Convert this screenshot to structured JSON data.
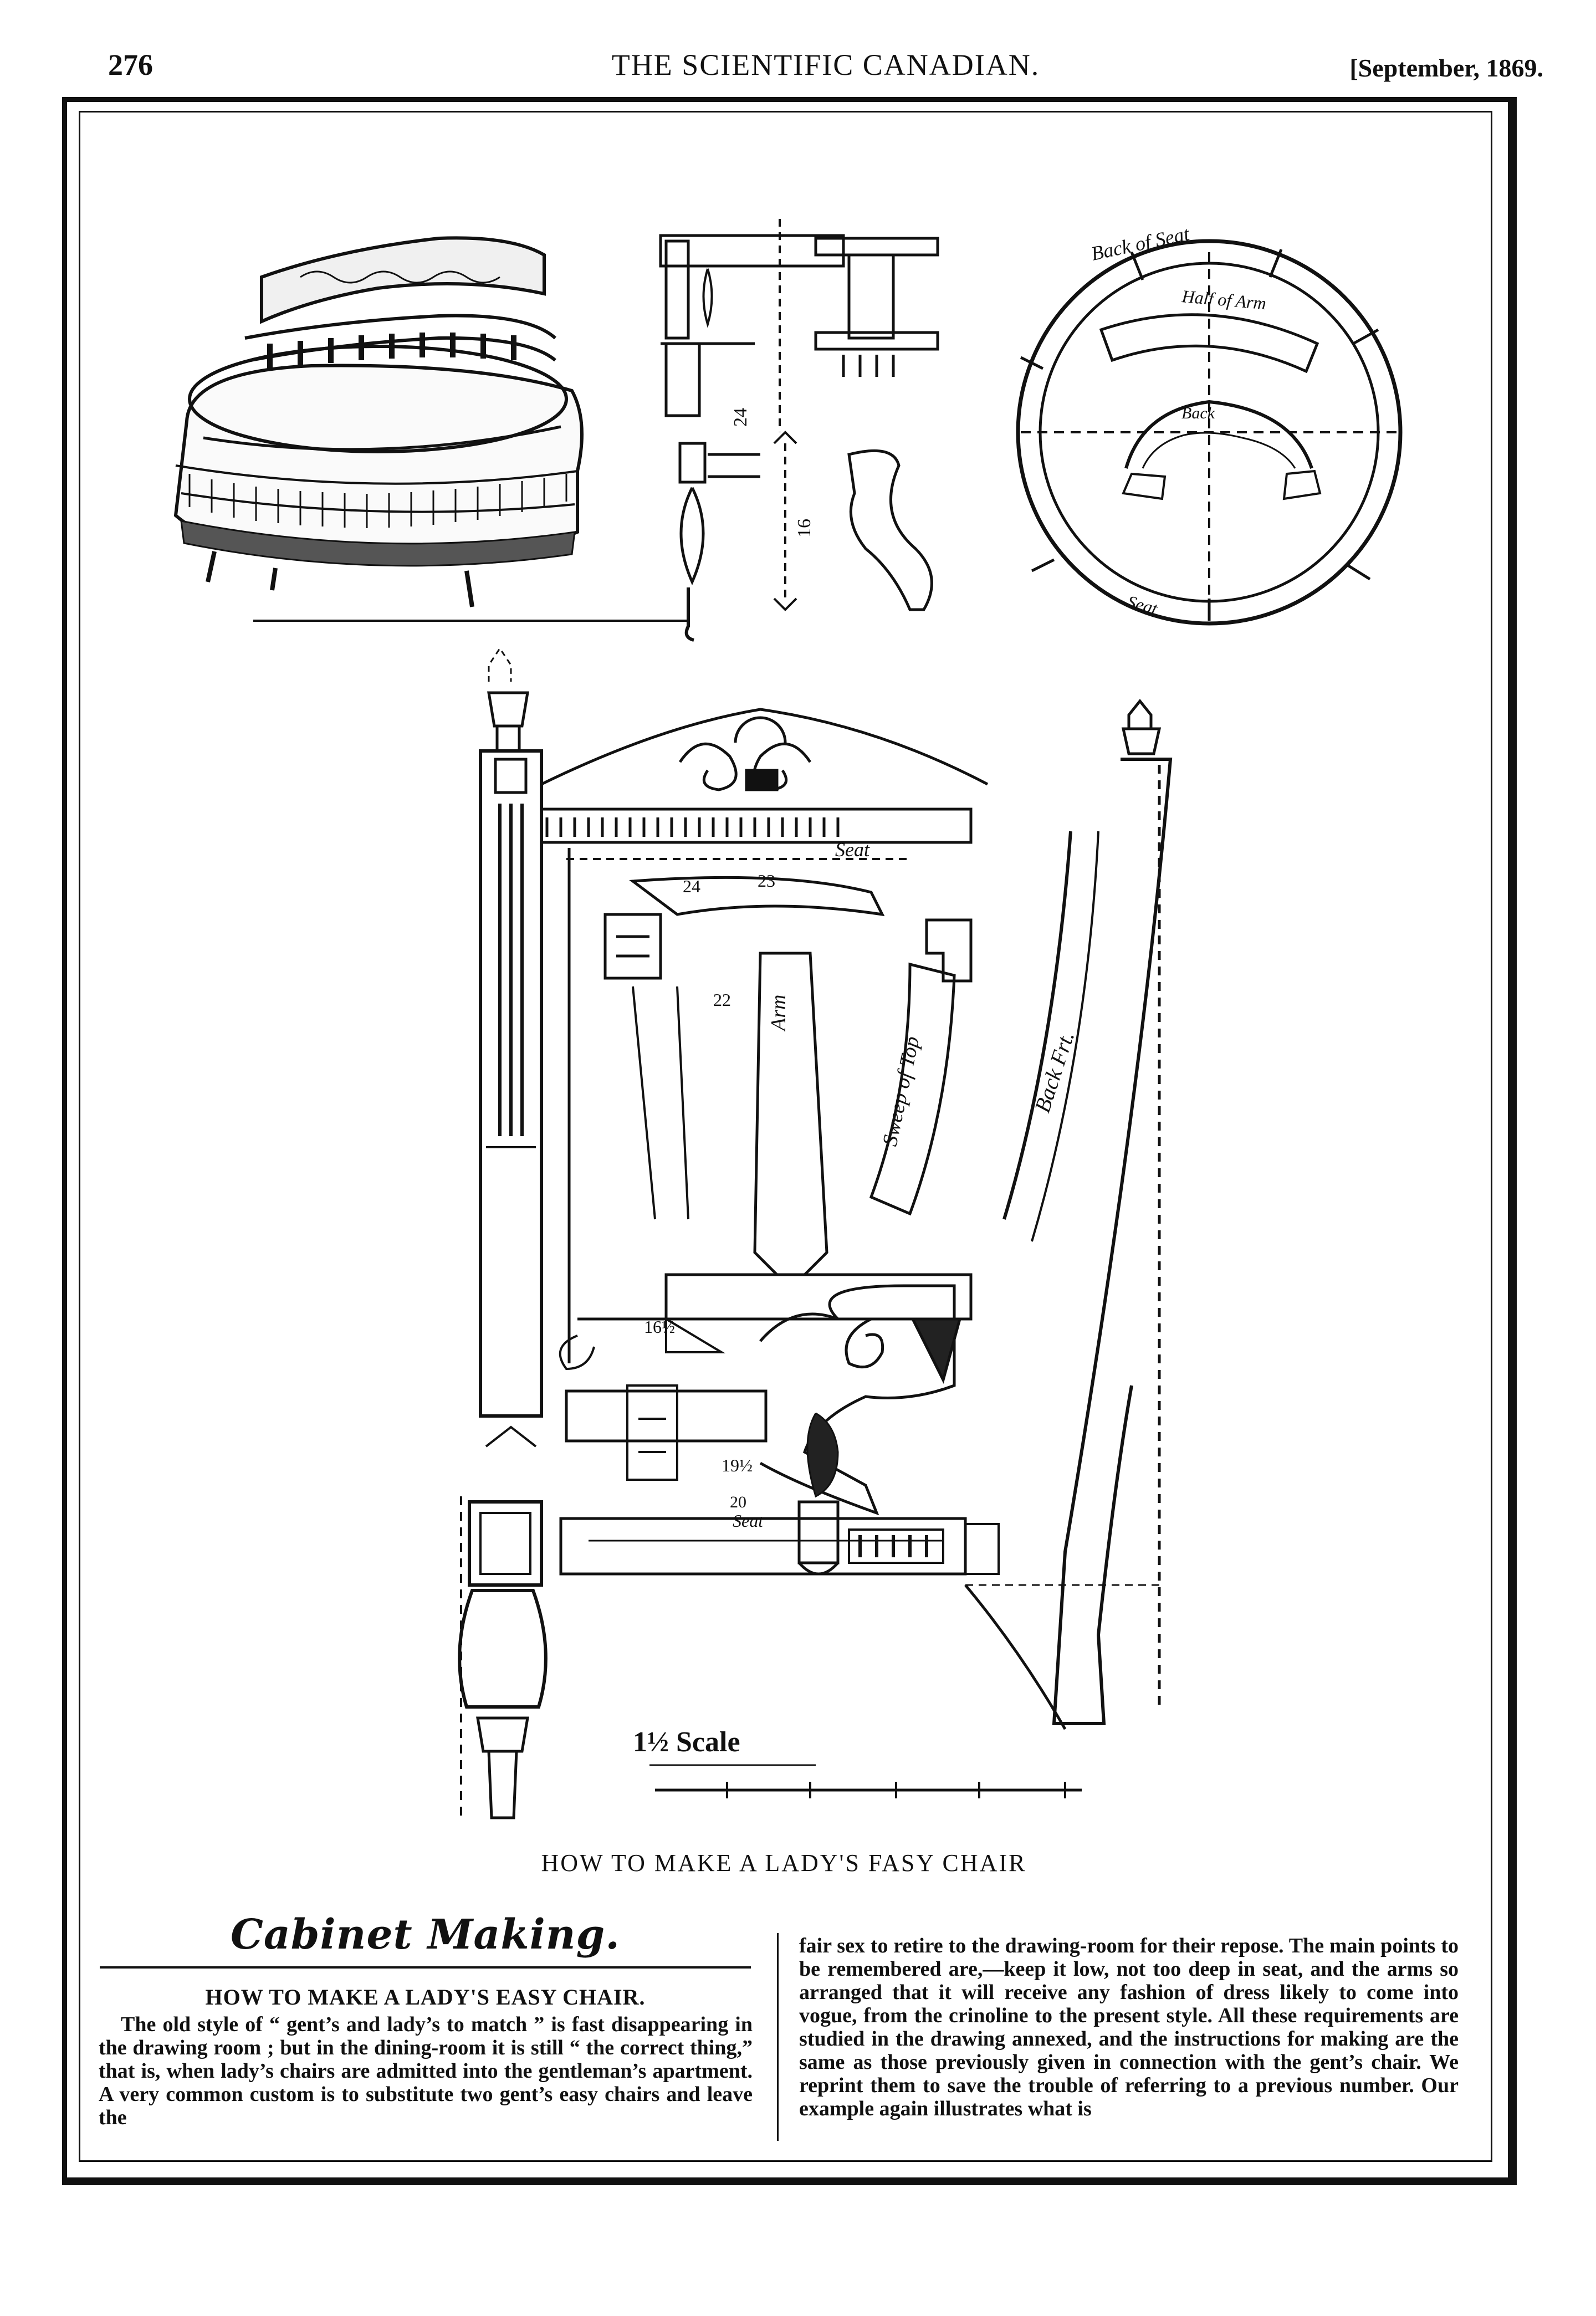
{
  "header": {
    "page_number": "276",
    "journal_title": "THE SCIENTIFIC CANADIAN.",
    "issue_date": "[September, 1869."
  },
  "figure": {
    "caption": "HOW TO MAKE A LADY'S FASY CHAIR",
    "annotations": {
      "back_of_seat": "Back of Seat",
      "half_of_arm": "Half of Arm",
      "scale": "1½ Scale",
      "seat": "Seat",
      "back_front": "Back Frt.",
      "arm": "Arm",
      "sweep_of_top": "Sweep of Top",
      "back": "Back",
      "dim_23": "23",
      "dim_22": "22",
      "dim_16": "16½",
      "dim_19": "19½",
      "dim_24": "24",
      "dim_20": "20"
    }
  },
  "article": {
    "section_heading": "Cabinet Making.",
    "headline": "HOW TO MAKE A LADY'S EASY CHAIR.",
    "column1": "The old style of “ gent’s and lady’s to match ” is fast disappearing in the drawing room ; but in the dining-room it is still “ the correct thing,” that is, when lady’s chairs are admitted into the gentleman’s apartment. A very common custom is to substitute two gent’s easy chairs and leave the",
    "column2": "fair sex to retire to the drawing-room for their repose. The main points to be remembered are,—keep it low, not too deep in seat, and the arms so arranged that it will receive any fashion of dress likely to come into vogue, from the crinoline to the present style. All these requirements are studied in the drawing annexed, and the instructions for making are the same as those previously given in connection with the gent’s chair. We reprint them to save the trouble of referring to a previous number. Our example again illustrates what is"
  }
}
